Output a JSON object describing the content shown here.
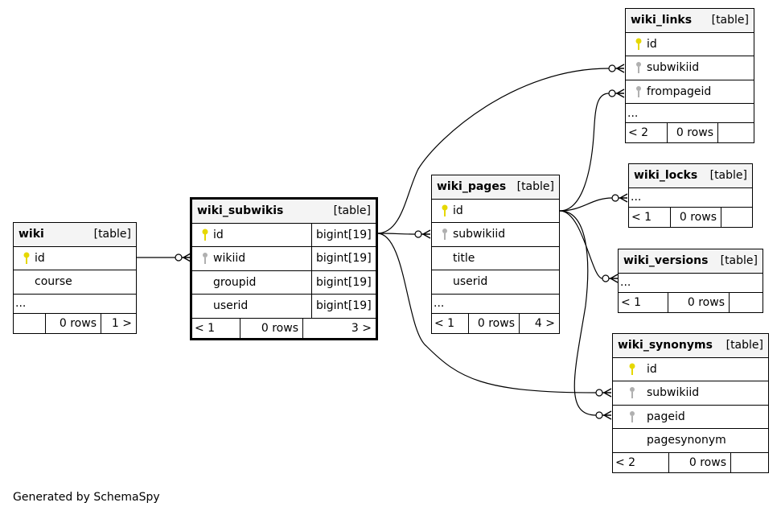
{
  "caption": "Generated by SchemaSpy",
  "colors": {
    "primary_key": "#e6d800",
    "foreign_key": "#b0b0b0",
    "header_bg": "#f4f4f4"
  },
  "tables": {
    "wiki": {
      "name": "wiki",
      "label": "[table]",
      "cols": [
        {
          "name": "id",
          "key": "primary"
        },
        {
          "name": "course",
          "key": ""
        }
      ],
      "ellipsis": "...",
      "foot": [
        "",
        "0 rows",
        "1 >"
      ]
    },
    "wiki_subwikis": {
      "name": "wiki_subwikis",
      "label": "[table]",
      "cols": [
        {
          "name": "id",
          "type": "bigint[19]",
          "key": "primary"
        },
        {
          "name": "wikiid",
          "type": "bigint[19]",
          "key": "foreign"
        },
        {
          "name": "groupid",
          "type": "bigint[19]",
          "key": ""
        },
        {
          "name": "userid",
          "type": "bigint[19]",
          "key": ""
        }
      ],
      "foot": [
        "< 1",
        "0 rows",
        "3 >"
      ]
    },
    "wiki_pages": {
      "name": "wiki_pages",
      "label": "[table]",
      "cols": [
        {
          "name": "id",
          "key": "primary"
        },
        {
          "name": "subwikiid",
          "key": "foreign"
        },
        {
          "name": "title",
          "key": ""
        },
        {
          "name": "userid",
          "key": ""
        }
      ],
      "ellipsis": "...",
      "foot": [
        "< 1",
        "0 rows",
        "4 >"
      ]
    },
    "wiki_links": {
      "name": "wiki_links",
      "label": "[table]",
      "cols": [
        {
          "name": "id",
          "key": "primary"
        },
        {
          "name": "subwikiid",
          "key": "foreign"
        },
        {
          "name": "frompageid",
          "key": "foreign"
        }
      ],
      "ellipsis": "...",
      "foot": [
        "< 2",
        "0 rows",
        ""
      ]
    },
    "wiki_locks": {
      "name": "wiki_locks",
      "label": "[table]",
      "ellipsis": "...",
      "foot": [
        "< 1",
        "0 rows",
        ""
      ]
    },
    "wiki_versions": {
      "name": "wiki_versions",
      "label": "[table]",
      "ellipsis": "...",
      "foot": [
        "< 1",
        "0 rows",
        ""
      ]
    },
    "wiki_synonyms": {
      "name": "wiki_synonyms",
      "label": "[table]",
      "cols": [
        {
          "name": "id",
          "key": "primary"
        },
        {
          "name": "subwikiid",
          "key": "foreign"
        },
        {
          "name": "pageid",
          "key": "foreign"
        },
        {
          "name": "pagesynonym",
          "key": ""
        }
      ],
      "foot": [
        "< 2",
        "0 rows",
        ""
      ]
    }
  },
  "relationships": [
    {
      "from": "wiki.id",
      "to": "wiki_subwikis.wikiid"
    },
    {
      "from": "wiki_subwikis.id",
      "to": "wiki_pages.subwikiid"
    },
    {
      "from": "wiki_subwikis.id",
      "to": "wiki_links.subwikiid"
    },
    {
      "from": "wiki_subwikis.id",
      "to": "wiki_synonyms.subwikiid"
    },
    {
      "from": "wiki_pages.id",
      "to": "wiki_links.frompageid"
    },
    {
      "from": "wiki_pages.id",
      "to": "wiki_locks"
    },
    {
      "from": "wiki_pages.id",
      "to": "wiki_versions"
    },
    {
      "from": "wiki_pages.id",
      "to": "wiki_synonyms.pageid"
    }
  ]
}
